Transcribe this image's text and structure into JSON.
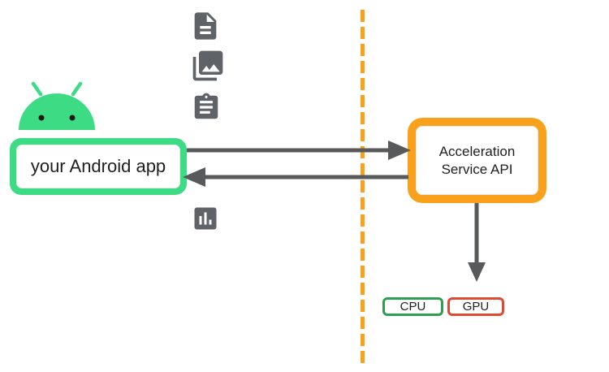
{
  "diagram": {
    "android_app": {
      "label": "your Android app"
    },
    "acceleration_service": {
      "line1": "Acceleration",
      "line2": "Service API"
    },
    "cpu": {
      "label": "CPU"
    },
    "gpu": {
      "label": "GPU"
    }
  },
  "icons": {
    "android_mascot": "android-robot-icon",
    "inputs": [
      "document-icon",
      "photo-library-icon",
      "clipboard-icon"
    ],
    "output": "bar-chart-icon"
  },
  "arrows": {
    "app_to_service": "right",
    "service_to_app": "left",
    "service_to_hardware": "down"
  },
  "colors": {
    "android_green": "#3DDC84",
    "service_orange": "#F9A11B",
    "cpu_border_green": "#2E9E51",
    "gpu_border_red": "#DC4B32",
    "arrow_gray": "#58595B",
    "icon_gray": "#5F6368",
    "text": "#1F1F1F",
    "background": "#FFFFFF"
  }
}
